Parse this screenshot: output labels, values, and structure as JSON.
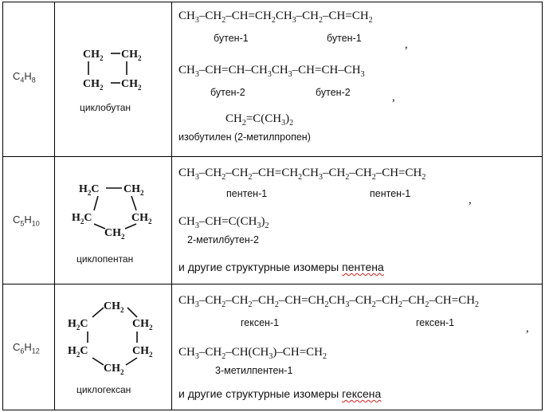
{
  "rows": [
    {
      "formula": {
        "el1": "C",
        "n1": "4",
        "el2": "H",
        "n2": "8"
      },
      "cyclo": {
        "name": "циклобутан",
        "group": "CH",
        "sub": "2"
      },
      "chain1": {
        "text": "CH₃–CH₂–CH=CH₂",
        "sub_a": "3",
        "sub_b": "2",
        "sub_c": "2"
      },
      "chain1_line": [
        "CH",
        "3",
        "–CH",
        "2",
        "–CH=CH",
        "2",
        "CH",
        "3",
        "–CH",
        "2",
        "–CH=CH",
        "2"
      ],
      "labels1": [
        "бутен-1",
        "бутен-1"
      ],
      "chain2_line": [
        "CH",
        "3",
        "–CH=CH–CH",
        "3",
        "CH",
        "3",
        "–CH=CH–CH",
        "3"
      ],
      "labels2": [
        "бутен-2",
        "бутен-2"
      ],
      "chain3": [
        "CH",
        "2",
        "=C(CH",
        "3",
        ")",
        "2"
      ],
      "label3": "изобутилен (2-метилпропен)",
      "comma": ","
    },
    {
      "formula": {
        "el1": "C",
        "n1": "5",
        "el2": "H",
        "n2": "10"
      },
      "cyclo": {
        "name": "циклопентан",
        "group": "H",
        "n": "2",
        "c": "C",
        "top2": "CH"
      },
      "chain1_line": [
        "CH",
        "3",
        "–CH",
        "2",
        "–CH",
        "2",
        "–CH=CH",
        "2",
        "CH",
        "3",
        "–CH",
        "2",
        "–CH",
        "2",
        "–CH=CH",
        "2"
      ],
      "labels1": [
        "пентен-1",
        "пентен-1"
      ],
      "chain2_line": [
        "CH",
        "3",
        "–CH=C(CH",
        "3",
        ")",
        "2"
      ],
      "label2": "2-метилбутен-2",
      "note_prefix": "и другие структурные изомеры ",
      "note_word": "пентена",
      "comma": ","
    },
    {
      "formula": {
        "el1": "C",
        "n1": "6",
        "el2": "H",
        "n2": "12"
      },
      "cyclo": {
        "name": "циклогексан"
      },
      "chain1_line": [
        "CH",
        "3",
        "–CH",
        "2",
        "–CH",
        "2",
        "–CH",
        "2",
        "–CH=CH",
        "2",
        "CH",
        "3",
        "–CH",
        "2",
        "–CH",
        "2",
        "–CH",
        "2",
        "–CH=CH",
        "2"
      ],
      "labels1": [
        "гексен-1",
        "гексен-1"
      ],
      "chain2_line": [
        "CH",
        "3",
        "–CH",
        "2",
        "–CH(CH",
        "3",
        ")–CH=CH",
        "2"
      ],
      "label2": "3-метилпентен-1",
      "note_prefix": "и другие структурные изомеры ",
      "note_word": "гексена",
      "comma": ","
    }
  ]
}
